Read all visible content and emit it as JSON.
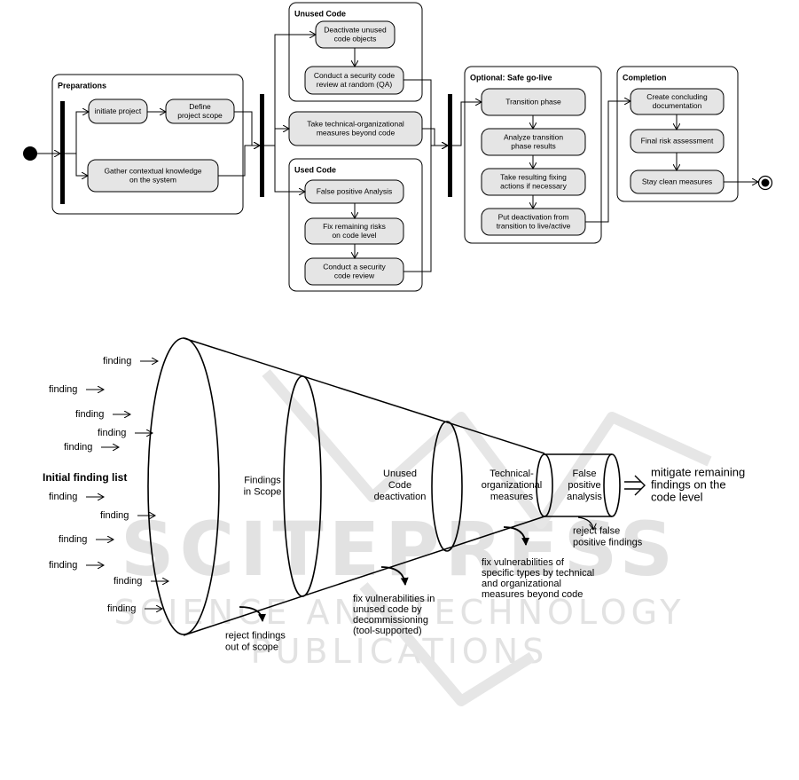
{
  "activity_diagram": {
    "groups": {
      "preparations": "Preparations",
      "unused_code": "Unused Code",
      "used_code": "Used Code",
      "safe_go_live": "Optional: Safe go-live",
      "completion": "Completion"
    },
    "actions": {
      "initiate_project": "initiate project",
      "define_scope": [
        "Define",
        "project scope"
      ],
      "gather_knowledge": [
        "Gather contextual knowledge",
        "on the system"
      ],
      "deactivate_unused": [
        "Deactivate unused",
        "code objects"
      ],
      "security_review_random": [
        "Conduct a security code",
        "review at random (QA)"
      ],
      "tech_org_measures": [
        "Take technical-organizational",
        "measures beyond code"
      ],
      "false_positive": "False positive Analysis",
      "fix_remaining": [
        "Fix remaining risks",
        "on code level"
      ],
      "security_review": [
        "Conduct a security",
        "code review"
      ],
      "transition_phase": "Transition phase",
      "analyze_transition": [
        "Analyze transition",
        "phase results"
      ],
      "fixing_actions": [
        "Take resulting fixing",
        "actions if necessary"
      ],
      "put_deactivation": [
        "Put deactivation from",
        "transition to live/active"
      ],
      "concluding_doc": [
        "Create concluding",
        "documentation"
      ],
      "final_risk": "Final risk assessment",
      "stay_clean": "Stay clean measures"
    }
  },
  "funnel": {
    "initial_list": "Initial finding list",
    "finding_label": "finding",
    "stages": {
      "scope": [
        "Findings",
        "in Scope"
      ],
      "unused": [
        "Unused",
        "Code",
        "deactivation"
      ],
      "tech": [
        "Technical-",
        "organizational",
        "measures"
      ],
      "false_pos": [
        "False",
        "positive",
        "analysis"
      ]
    },
    "outcomes": {
      "reject_scope": [
        "reject findings",
        "out of scope"
      ],
      "fix_unused": [
        "fix vulnerabilities in",
        "unused code by",
        "decommissioning",
        "(tool-supported)"
      ],
      "fix_tech": [
        "fix vulnerabilities of",
        "specific types by technical",
        "and organizational",
        "measures beyond code"
      ],
      "reject_false": [
        "reject false",
        "positive findings"
      ],
      "mitigate": [
        "mitigate remaining",
        "findings on the",
        "code level"
      ]
    }
  },
  "watermark": {
    "main": "SCITEPRESS",
    "sub": "SCIENCE AND TECHNOLOGY PUBLICATIONS"
  }
}
